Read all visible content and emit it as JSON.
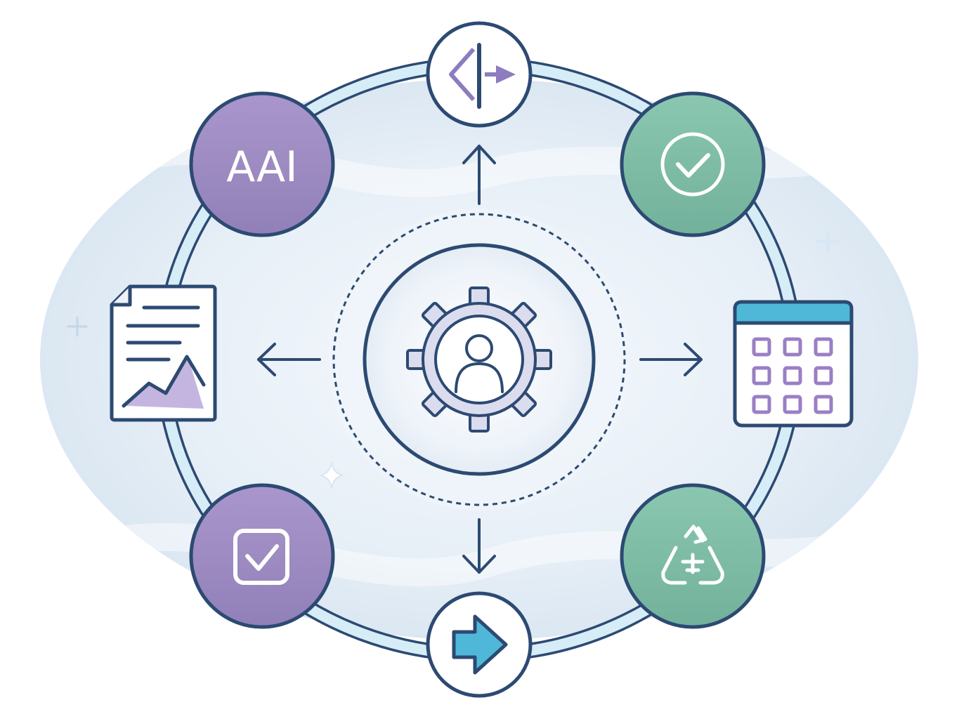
{
  "diagram": {
    "hub": {
      "icon": "gear-user-icon"
    },
    "nodes": [
      {
        "id": "ai",
        "label": "AAI",
        "icon": "text-logo",
        "color": "#9b88c2"
      },
      {
        "id": "top",
        "icon": "split-arrow-icon",
        "color": "#ffffff"
      },
      {
        "id": "approval",
        "icon": "check-circle-icon",
        "color": "#7fbca6"
      },
      {
        "id": "schedule",
        "icon": "calendar-icon",
        "color": "#ffffff"
      },
      {
        "id": "recycle",
        "icon": "recycle-icon",
        "color": "#7fbca6"
      },
      {
        "id": "bottom",
        "icon": "play-arrow-icon",
        "color": "#ffffff"
      },
      {
        "id": "task",
        "icon": "checkbox-icon",
        "color": "#9b88c2"
      },
      {
        "id": "report",
        "icon": "document-chart-icon",
        "color": "#ffffff"
      }
    ],
    "arrows": [
      "up",
      "right",
      "down",
      "left"
    ],
    "colors": {
      "outline": "#2c4a72",
      "ring": "#d6ecf7",
      "purple": "#9b88c2",
      "green": "#7fbca6",
      "accent_blue": "#4fb8d8",
      "lilac": "#c4b5e0"
    }
  }
}
